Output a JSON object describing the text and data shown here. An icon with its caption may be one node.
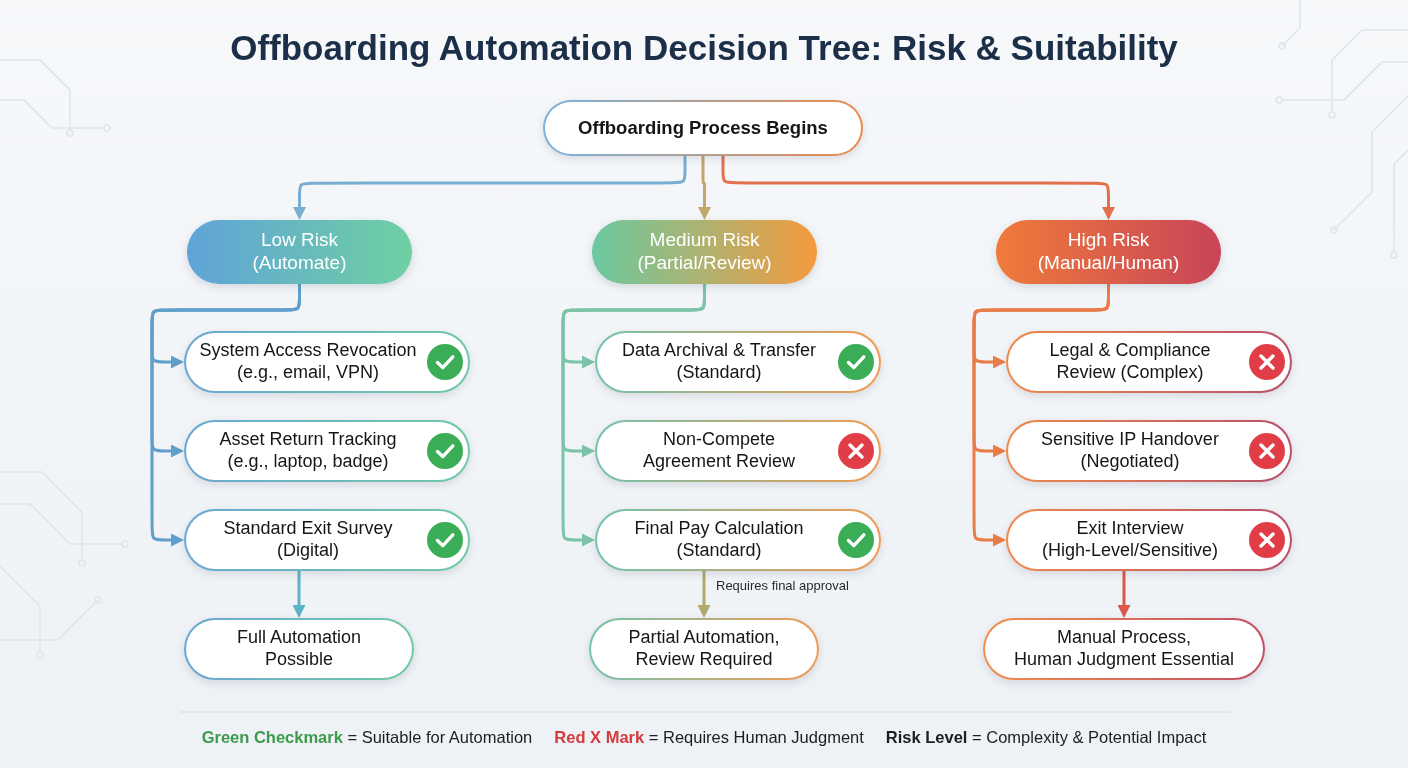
{
  "diagram": {
    "title": "Offboarding Automation Decision Tree: Risk & Suitability",
    "nodes": [
      {
        "text": [
          "Offboarding Process Begins"
        ]
      },
      {
        "text": [
          "Low Risk (Automate)"
        ]
      },
      {
        "text": [
          "Medium Risk (Partial/Review)"
        ]
      },
      {
        "text": [
          "High Risk (Manual/Human)"
        ]
      },
      {
        "text": [
          "System Access Revocation (e.g., email, VPN)"
        ]
      },
      {
        "text": [
          "Asset Return Tracking (e.g., laptop, badge)"
        ]
      },
      {
        "text": [
          "Standard Exit Survey (Digital)"
        ]
      },
      {
        "text": [
          "Full Automation Possible"
        ]
      },
      {
        "text": [
          "Data Archival & Transfer (Standard)"
        ]
      },
      {
        "text": [
          "Non-Compete Agreement Review"
        ]
      },
      {
        "text": [
          "Final Pay Calculation (Standard)"
        ]
      },
      {
        "text": [
          "Partial Automation, Review Required"
        ]
      },
      {
        "text": [
          "Legal & Compliance Review (Complex)"
        ]
      },
      {
        "text": [
          "Sensitive IP Handover (Negotiated)"
        ]
      },
      {
        "text": [
          "Exit Interview (High-Level/Sensitive)"
        ]
      },
      {
        "text": [
          "Manual Process, Human Judgment Essential"
        ]
      }
    ],
    "edges": [
      {
        "from": 0,
        "to": 1,
        "arrow": "to",
        "color": "#79aed3"
      },
      {
        "from": 0,
        "to": 2,
        "arrow": "to",
        "color": "#c2a66a"
      },
      {
        "from": 0,
        "to": 3,
        "arrow": "to",
        "color": "#e2704c"
      },
      {
        "from": 1,
        "to": 4,
        "arrow": "to",
        "color": "#5f9fca"
      },
      {
        "from": 1,
        "to": 5,
        "arrow": "to",
        "color": "#5f9fca"
      },
      {
        "from": 1,
        "to": 6,
        "arrow": "to",
        "color": "#5f9fca"
      },
      {
        "from": 6,
        "to": 7,
        "arrow": "to",
        "color": "#5cb3c3"
      },
      {
        "from": 2,
        "to": 8,
        "arrow": "to",
        "color": "#7cc3a8"
      },
      {
        "from": 2,
        "to": 9,
        "arrow": "to",
        "color": "#7cc3a8"
      },
      {
        "from": 2,
        "to": 10,
        "arrow": "to",
        "color": "#7cc3a8"
      },
      {
        "from": 10,
        "to": 11,
        "arrow": "to",
        "color": "#b3ab6c",
        "label": "Requires final approval"
      },
      {
        "from": 3,
        "to": 12,
        "arrow": "to",
        "color": "#e97d48"
      },
      {
        "from": 3,
        "to": 13,
        "arrow": "to",
        "color": "#e97d48"
      },
      {
        "from": 3,
        "to": 14,
        "arrow": "to",
        "color": "#e97d48"
      },
      {
        "from": 14,
        "to": 15,
        "arrow": "to",
        "color": "#d95a4a"
      }
    ],
    "legend": [
      {
        "text": "**Green Checkmark** = Suitable for Automation",
        "color": "#3b9b4a"
      },
      {
        "text": "**Red X Mark** = Requires Human Judgment",
        "color": "#d23c3c"
      },
      {
        "text": "**Risk Level** = Complexity & Potential Impact"
      }
    ]
  }
}
